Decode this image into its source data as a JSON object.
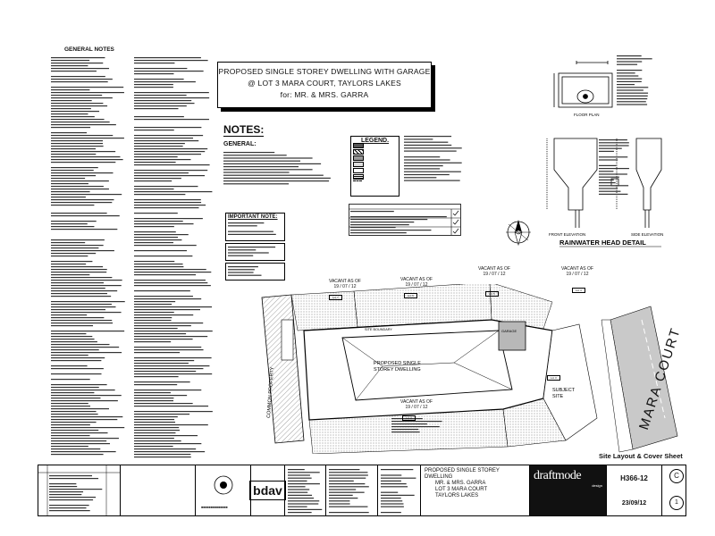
{
  "title_block": {
    "line1": "PROPOSED SINGLE STOREY DWELLING WITH GARAGE",
    "line2": "@ LOT 3 MARA COURT, TAYLORS LAKES",
    "line3": "for:  MR. & MRS. GARRA"
  },
  "general_notes": {
    "heading": "GENERAL NOTES"
  },
  "notes": {
    "heading": "NOTES:",
    "subheading": "GENERAL:",
    "important_heading": "IMPORTANT NOTE:"
  },
  "legend": {
    "heading": "LEGEND."
  },
  "rainwater_head": {
    "heading": "RAINWATER HEAD DETAIL",
    "floor_plan": "FLOOR PLAN",
    "front_elevation": "FRONT ELEVATION",
    "side_elevation": "SIDE ELEVATION"
  },
  "site_plan": {
    "vacant_1": "VACANT AS OF\n19 / 07 / 12",
    "vacant_2": "VACANT AS OF\n19 / 07 / 12",
    "vacant_3": "VACANT AS OF\n19 / 07 / 12",
    "vacant_4": "VACANT AS OF\n19 / 07 / 12",
    "vacant_5": "VACANT AS OF\n19 / 07 / 12",
    "lot_7a": "Lot 7",
    "lot_6": "Lot 6",
    "lot_5": "Lot 5",
    "lot_4": "Lot 4",
    "lot_3": "Lot 3",
    "lot_2": "Lot 2",
    "dwelling_label": "PROPOSED SINGLE\nSTOREY DWELLING",
    "garage_label": "GARAGE",
    "subject_site": "SUBJECT\nSITE",
    "common_property": "COMMON PROPERTY",
    "site_boundary": "SITE BOUNDARY",
    "mara_court": "MARA COURT"
  },
  "sheet": {
    "title": "Site Layout & Cover Sheet"
  },
  "bottom_bar": {
    "project_line1": "PROPOSED SINGLE STOREY DWELLING",
    "project_line2": "MR. & MRS. GARRA",
    "project_line3": "LOT 3 MARA COURT",
    "project_line4": "TAYLORS LAKES",
    "brand": "draftmode",
    "brand_sub": "design",
    "job_number": "H366-12",
    "date": "23/09/12",
    "revision": "C",
    "bdav": "bdav",
    "sheet_num": "1"
  },
  "colors": {
    "ink": "#111111",
    "hatch": "#888888",
    "fill_grey": "#b8b8b8",
    "road_grey": "#c9c9c9"
  }
}
